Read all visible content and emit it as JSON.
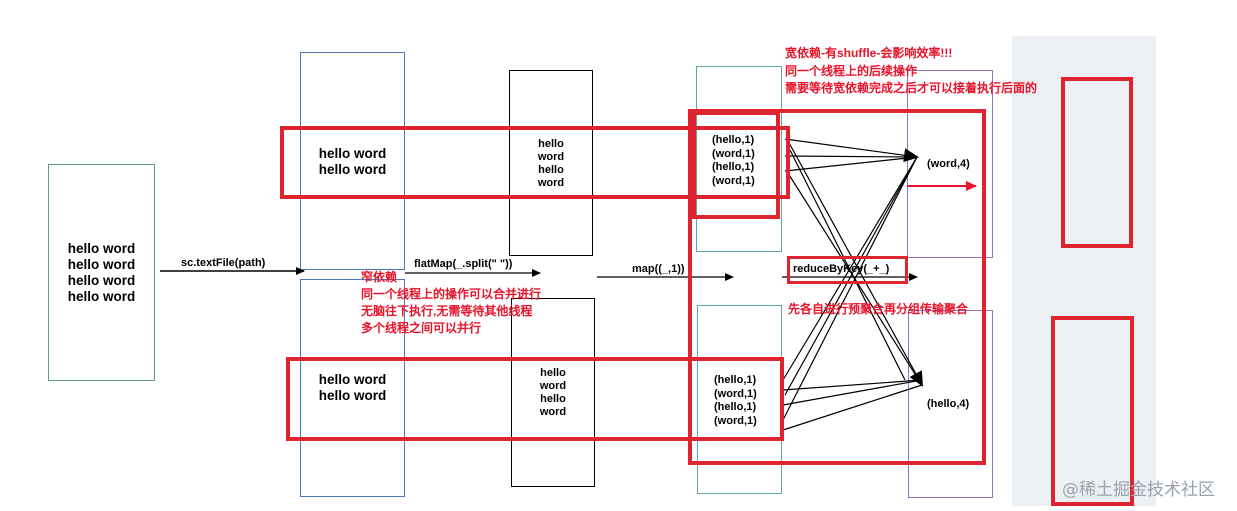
{
  "source": {
    "lines": "hello word\nhello word\nhello word\nhello word"
  },
  "textfile_label": "sc.textFile(path)",
  "partition1": {
    "top_lines": "hello word\nhello word",
    "bottom_lines": "hello word\nhello word"
  },
  "flatmap_label": "flatMap(_.split(\" \"))",
  "words": {
    "top": "hello\nword\nhello\nword",
    "bottom": "hello\nword\nhello\nword"
  },
  "map_label": "map((_,1))",
  "pairs": {
    "top": "(hello,1)\n(word,1)\n(hello,1)\n(word,1)",
    "bottom": "(hello,1)\n(word,1)\n(hello,1)\n(word,1)"
  },
  "reduce_label": "reduceByKey(_+_)",
  "results": {
    "top": "(word,4)",
    "bottom": "(hello,4)"
  },
  "notes": {
    "narrow": "窄依赖\n同一个线程上的操作可以合并进行\n无脑往下执行,无需等待其他线程\n多个线程之间可以并行",
    "wide": "宽依赖-有shuffle-会影响效率!!!\n同一个线程上的后续操作\n需要等待宽依赖完成之后才可以接着执行后面的",
    "preagg": "先各自进行预聚合再分组传输聚合"
  },
  "watermark": "@稀土掘金技术社区",
  "colors": {
    "accent_red": "#e0242f",
    "teal": "#5aa8a6",
    "blue": "#4a7bb8",
    "purple": "#9b6ec6"
  }
}
